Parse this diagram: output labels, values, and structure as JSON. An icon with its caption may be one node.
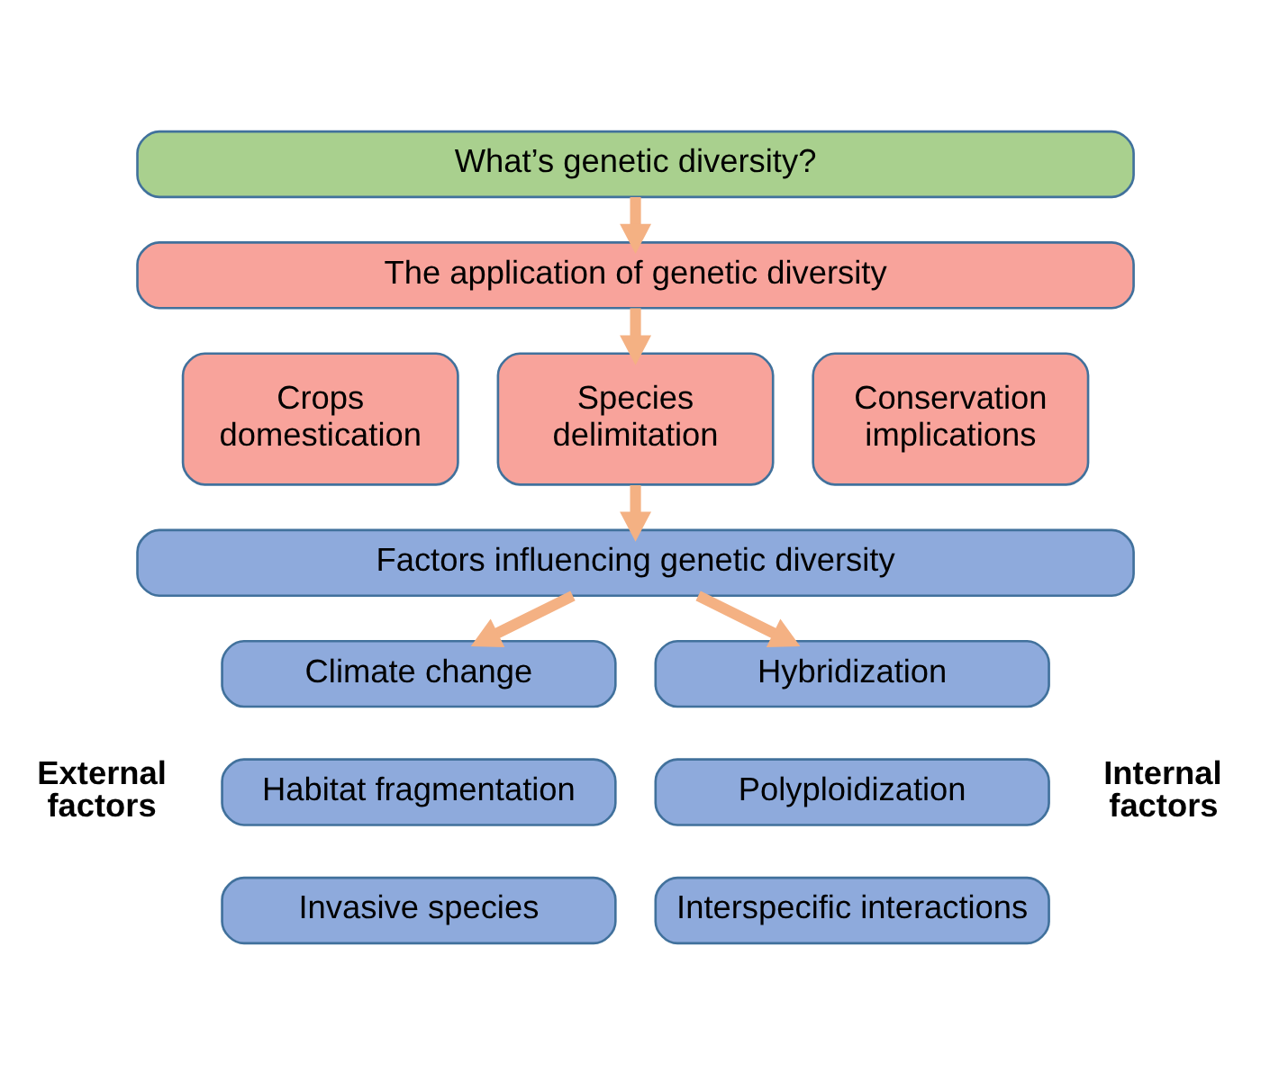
{
  "diagram": {
    "nodes": [
      {
        "text": [
          "What’s genetic diversity?"
        ]
      },
      {
        "text": [
          "The application of genetic diversity"
        ]
      },
      {
        "text": [
          "Crops domestication"
        ]
      },
      {
        "text": [
          "Species delimitation"
        ]
      },
      {
        "text": [
          "Conservation implications"
        ]
      },
      {
        "text": [
          "Factors influencing genetic diversity"
        ]
      },
      {
        "text": [
          "Climate change"
        ]
      },
      {
        "text": [
          "Habitat fragmentation"
        ]
      },
      {
        "text": [
          "Invasive species"
        ]
      },
      {
        "text": [
          "Hybridization"
        ]
      },
      {
        "text": [
          "Polyploidization"
        ]
      },
      {
        "text": [
          "Interspecific interactions"
        ]
      }
    ],
    "edges": [
      {
        "from": 0,
        "to": 1,
        "arrow": "to"
      },
      {
        "from": 1,
        "to": 3,
        "arrow": "to"
      },
      {
        "from": 3,
        "to": 5,
        "arrow": "to"
      },
      {
        "from": 5,
        "to": 6,
        "arrow": "to"
      },
      {
        "from": 5,
        "to": 9,
        "arrow": "to"
      }
    ],
    "labels": [
      "External factors",
      "Internal factors"
    ]
  }
}
